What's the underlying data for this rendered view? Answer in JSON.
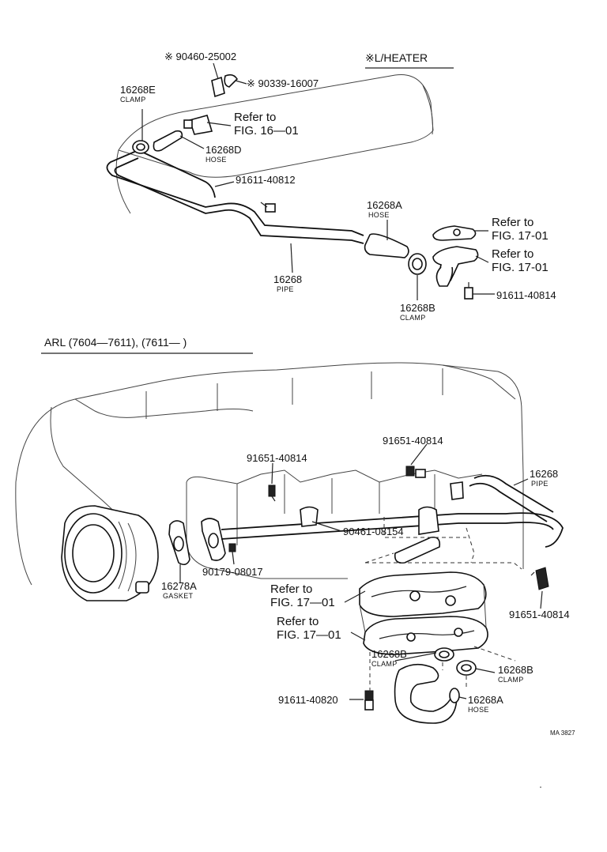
{
  "top_section": {
    "heater_label": "※L/HEATER",
    "parts": [
      {
        "id": "p-90460",
        "number": "※ 90460-25002",
        "sub": ""
      },
      {
        "id": "p-90339",
        "number": "※ 90339-16007",
        "sub": ""
      },
      {
        "id": "p-16268E",
        "number": "16268E",
        "sub": "CLAMP"
      },
      {
        "id": "p-16268D",
        "number": "16268D",
        "sub": "HOSE"
      },
      {
        "id": "p-91611-40812",
        "number": "91611-40812",
        "sub": ""
      },
      {
        "id": "p-16268A-top",
        "number": "16268A",
        "sub": "HOSE"
      },
      {
        "id": "p-16268-top",
        "number": "16268",
        "sub": "PIPE"
      },
      {
        "id": "p-16268B-top",
        "number": "16268B",
        "sub": "CLAMP"
      },
      {
        "id": "p-91611-40814",
        "number": "91611-40814",
        "sub": ""
      }
    ],
    "refs": [
      {
        "id": "ref-16-01",
        "line1": "Refer to",
        "line2": "FIG. 16—01"
      },
      {
        "id": "ref-17-01-a",
        "line1": "Refer to",
        "line2": "FIG. 17-01"
      },
      {
        "id": "ref-17-01-b",
        "line1": "Refer to",
        "line2": "FIG. 17-01"
      }
    ]
  },
  "bottom_section": {
    "header": "ARL (7604—7611),   (7611—       )",
    "parts": [
      {
        "id": "p-91651-40814-a",
        "number": "91651-40814",
        "sub": ""
      },
      {
        "id": "p-91651-40814-b",
        "number": "91651-40814",
        "sub": ""
      },
      {
        "id": "p-16268-bot",
        "number": "16268",
        "sub": "PIPE"
      },
      {
        "id": "p-90461",
        "number": "90461-08154",
        "sub": ""
      },
      {
        "id": "p-90179",
        "number": "90179-08017",
        "sub": ""
      },
      {
        "id": "p-16278A",
        "number": "16278A",
        "sub": "GASKET"
      },
      {
        "id": "p-91651-40814-c",
        "number": "91651-40814",
        "sub": ""
      },
      {
        "id": "p-16268B-bot-a",
        "number": "16268B",
        "sub": "CLAMP"
      },
      {
        "id": "p-16268B-bot-b",
        "number": "16268B",
        "sub": "CLAMP"
      },
      {
        "id": "p-91611-40820",
        "number": "91611-40820",
        "sub": ""
      },
      {
        "id": "p-16268A-bot",
        "number": "16268A",
        "sub": "HOSE"
      }
    ],
    "refs": [
      {
        "id": "ref-17-01-c",
        "line1": "Refer to",
        "line2": "FIG. 17—01"
      },
      {
        "id": "ref-17-01-d",
        "line1": "Refer to",
        "line2": "FIG. 17—01"
      }
    ]
  },
  "footer_code": "MA 3827"
}
